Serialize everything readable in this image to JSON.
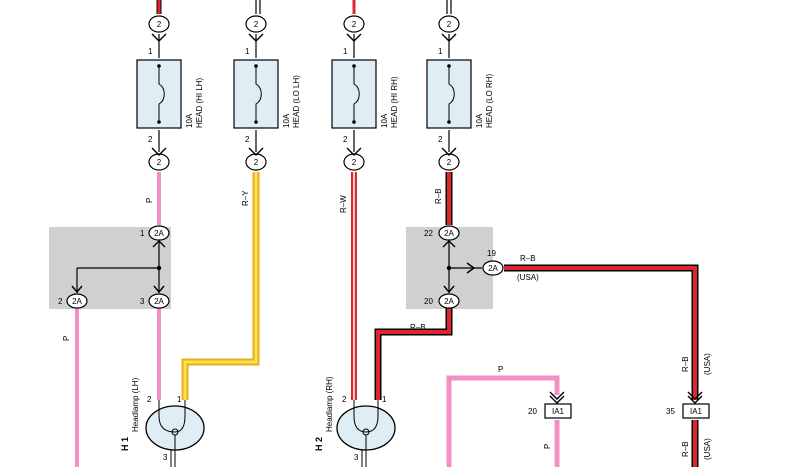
{
  "fuses": [
    {
      "id": "f1",
      "line1": "10A",
      "line2": "HEAD (HI LH)",
      "pin_top": "1",
      "pin_bottom": "2",
      "conn_top": "2",
      "conn_bottom": "2",
      "wire": "P"
    },
    {
      "id": "f2",
      "line1": "10A",
      "line2": "HEAD (LO LH)",
      "pin_top": "1",
      "pin_bottom": "2",
      "conn_top": "2",
      "conn_bottom": "2",
      "wire": "R–Y"
    },
    {
      "id": "f3",
      "line1": "10A",
      "line2": "HEAD (HI RH)",
      "pin_top": "1",
      "pin_bottom": "2",
      "conn_top": "2",
      "conn_bottom": "2",
      "wire": "R–W"
    },
    {
      "id": "f4",
      "line1": "10A",
      "line2": "HEAD (LO RH)",
      "pin_top": "1",
      "pin_bottom": "2",
      "conn_top": "2",
      "conn_bottom": "2",
      "wire": "R–B"
    }
  ],
  "junction_left": {
    "conn": "2A",
    "pins": {
      "top": "1",
      "left": "2",
      "bottom": "3"
    },
    "wire_out": "P"
  },
  "junction_right": {
    "conn": "2A",
    "pins": {
      "top": "22",
      "right": "19",
      "bottom": "20"
    },
    "wire_right": "R–B",
    "wire_right_note": "(USA)",
    "wire_bottom": "R–B"
  },
  "headlamps": [
    {
      "code": "H 1",
      "name": "Headlamp (LH)",
      "pin_a": "2",
      "pin_b": "1",
      "pin_bottom": "3"
    },
    {
      "code": "H 2",
      "name": "Headlamp (RH)",
      "pin_a": "2",
      "pin_b": "1",
      "pin_bottom": "3"
    }
  ],
  "ia1_connectors": [
    {
      "pin": "20",
      "label": "IA1",
      "wire_top": "P",
      "wire_bottom": "P"
    },
    {
      "pin": "35",
      "label": "IA1",
      "wire_top": "R–B",
      "wire_top_note": "(USA)",
      "wire_bottom": "R–B",
      "wire_bottom_note": "(USA)"
    }
  ],
  "colors": {
    "pink": "#f28fc4",
    "red": "#e0262c",
    "orange": "#f2a81d",
    "yellow": "#f5e64a",
    "fuse_fill": "#dfeef5",
    "junction_grey": "#d0d0d0"
  }
}
